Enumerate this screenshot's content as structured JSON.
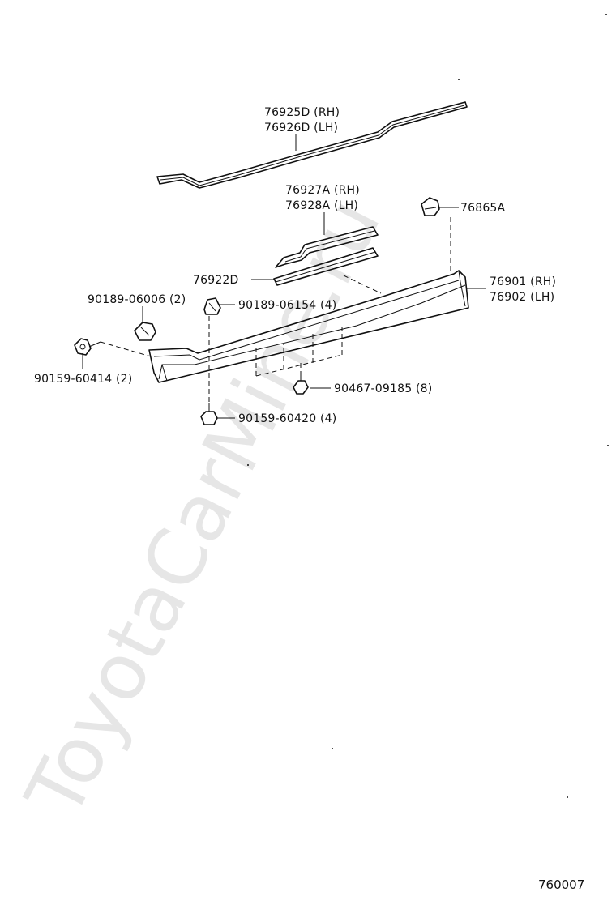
{
  "watermark": "ToyotaCarMine.ru",
  "diagram_code": "760007",
  "labels": {
    "p76925d": "76925D (RH)",
    "p76926d": "76926D (LH)",
    "p76927a": "76927A (RH)",
    "p76928a": "76928A (LH)",
    "p76865a": "76865A",
    "p76922d": "76922D",
    "p76901": "76901 (RH)",
    "p76902": "76902 (LH)",
    "p90189_06006": "90189-06006 (2)",
    "p90189_06154": "90189-06154 (4)",
    "p90159_60414": "90159-60414 (2)",
    "p90467_09185": "90467-09185 (8)",
    "p90159_60420": "90159-60420 (4)"
  }
}
